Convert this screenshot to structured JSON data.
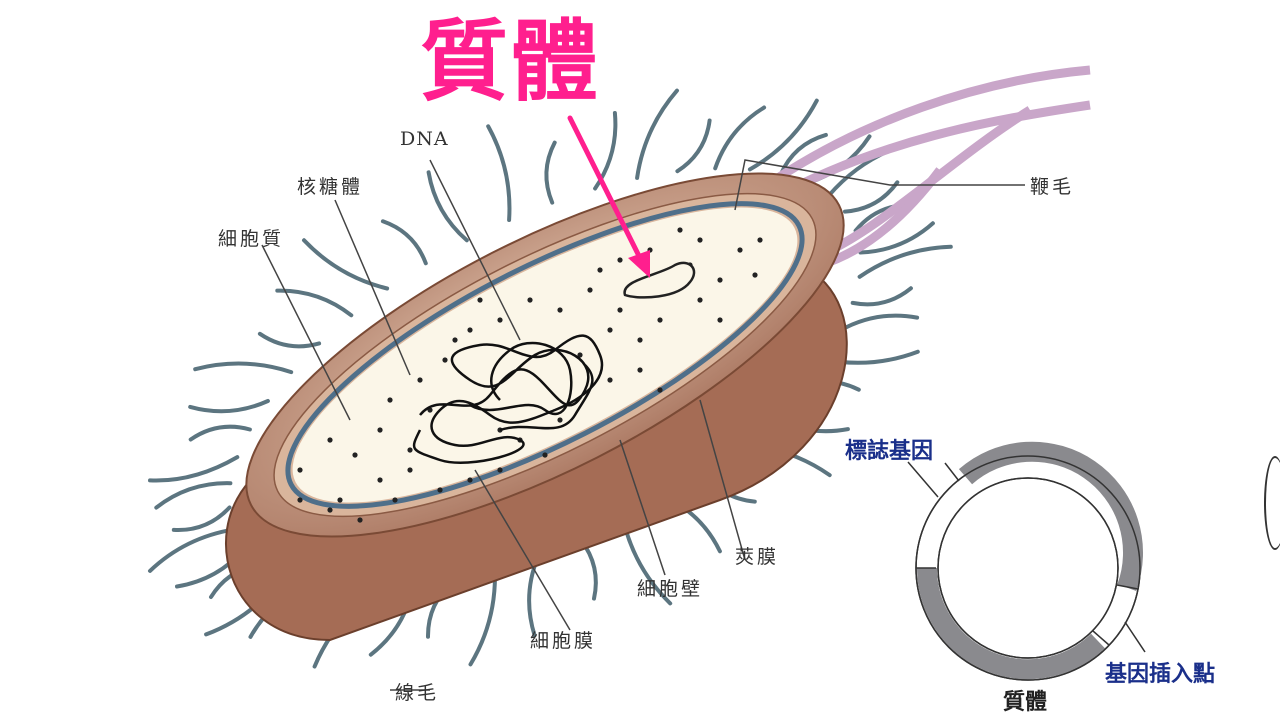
{
  "title": "質體",
  "bacterium": {
    "labels": {
      "dna": "DNA",
      "ribosome": "核糖體",
      "cytoplasm": "細胞質",
      "flagellum": "鞭毛",
      "capsule": "莢膜",
      "cell_wall": "細胞壁",
      "cell_membrane": "細胞膜",
      "pilus": "線毛"
    }
  },
  "plasmid": {
    "marker_gene": "標誌基因",
    "insertion_site": "基因插入點",
    "caption": "質體"
  },
  "colors": {
    "title": "#ff1f8e",
    "plasmid_labels": "#1a2f8a",
    "plasmid_ring": "#8a8a8e",
    "capsule": "#c79c84",
    "pili": "#5c7580",
    "flagellum": "#c9a6c9"
  }
}
